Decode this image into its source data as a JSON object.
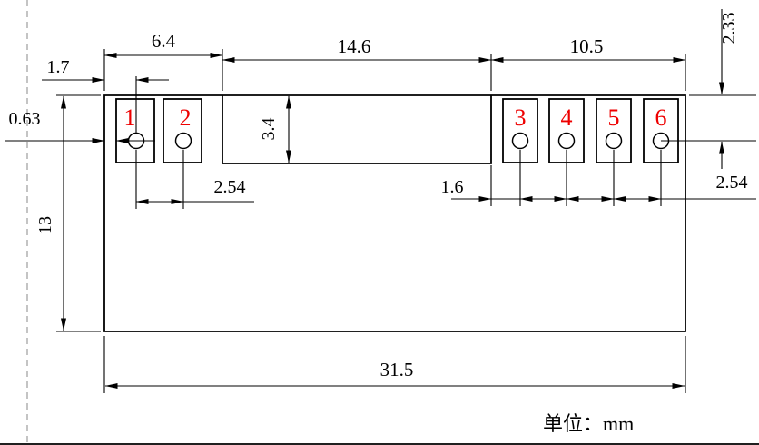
{
  "drawing": {
    "unit_label": "单位：mm",
    "pad_numbers": [
      "1",
      "2",
      "3",
      "4",
      "5",
      "6"
    ],
    "dims": {
      "left_section_width": "6.4",
      "middle_section_width": "14.6",
      "right_section_width": "10.5",
      "edge_to_first_hole": "1.7",
      "edge_offset": "0.63",
      "middle_section_height": "3.4",
      "left_hole_pitch": "2.54",
      "recess_to_hole3": "1.6",
      "right_hole_pitch": "2.54",
      "top_to_hole_center": "2.33",
      "body_height": "13",
      "overall_width": "31.5"
    },
    "colors": {
      "line": "#000000",
      "pad_number": "#ee0000",
      "background": "#ffffff"
    }
  }
}
